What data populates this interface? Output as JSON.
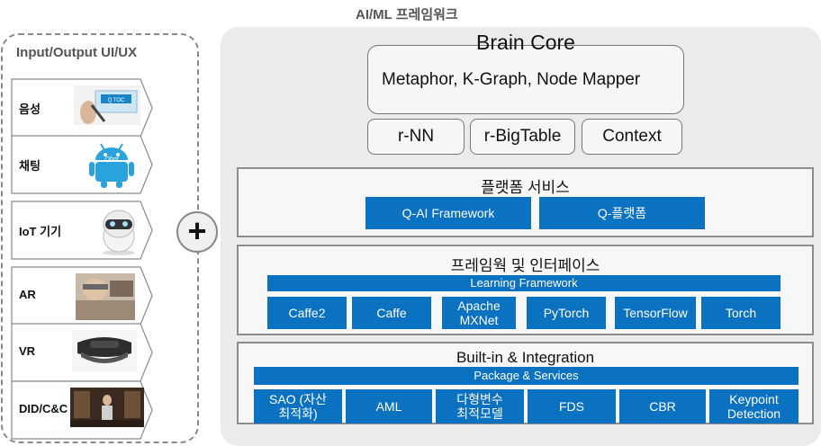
{
  "header": {
    "title": "AI/ML 프레임워크"
  },
  "io_panel": {
    "title": "Input/Output UI/UX",
    "items": [
      {
        "label": "음성",
        "image": "voice-device-photo"
      },
      {
        "label": "채팅",
        "image": "qbot-android-icon"
      },
      {
        "label": "IoT 기기",
        "image": "robot-device-photo"
      },
      {
        "label": "AR",
        "image": "ar-glasses-photo"
      },
      {
        "label": "VR",
        "image": "vr-headset-photo"
      },
      {
        "label": "DID/C&C",
        "image": "display-kiosk-photo"
      }
    ],
    "voice_image_text": "Q TOC",
    "chat_image_text": "Qbot"
  },
  "plus_symbol": "+",
  "brain_core": {
    "title": "Brain Core",
    "subtitle": "Metaphor, K-Graph, Node Mapper",
    "modules": [
      "r-NN",
      "r-BigTable",
      "Context"
    ]
  },
  "platform_services": {
    "title": "플랫폼 서비스",
    "items": [
      "Q-AI Framework",
      "Q-플랫폼"
    ]
  },
  "frameworks": {
    "title": "프레임웍 및 인터페이스",
    "bar": "Learning Framework",
    "items": [
      "Caffe2",
      "Caffe",
      "Apache MXNet",
      "PyTorch",
      "TensorFlow",
      "Torch"
    ]
  },
  "builtin": {
    "title": "Built-in & Integration",
    "bar": "Package & Services",
    "items": [
      "SAO (자산최적화)",
      "AML",
      "다형변수 최적모델",
      "FDS",
      "CBR",
      "Keypoint Detection"
    ]
  },
  "colors": {
    "accent": "#0a72c0",
    "panel": "#ebebeb",
    "border": "#8d8d8d"
  }
}
